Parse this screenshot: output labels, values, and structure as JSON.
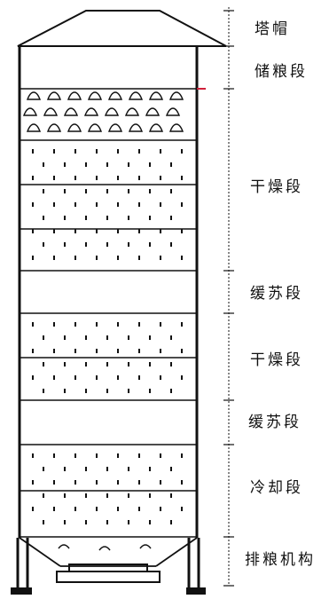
{
  "diagram": {
    "labels": {
      "cap": "塔帽",
      "storage": "储粮段",
      "drying_1": "干燥段",
      "tempering_1": "缓苏段",
      "drying_2": "干燥段",
      "tempering_2": "缓苏段",
      "cooling": "冷却段",
      "discharge": "排粮机构"
    },
    "colors": {
      "line": "#111111",
      "marker": "#d0203a",
      "background": "#ffffff"
    }
  }
}
